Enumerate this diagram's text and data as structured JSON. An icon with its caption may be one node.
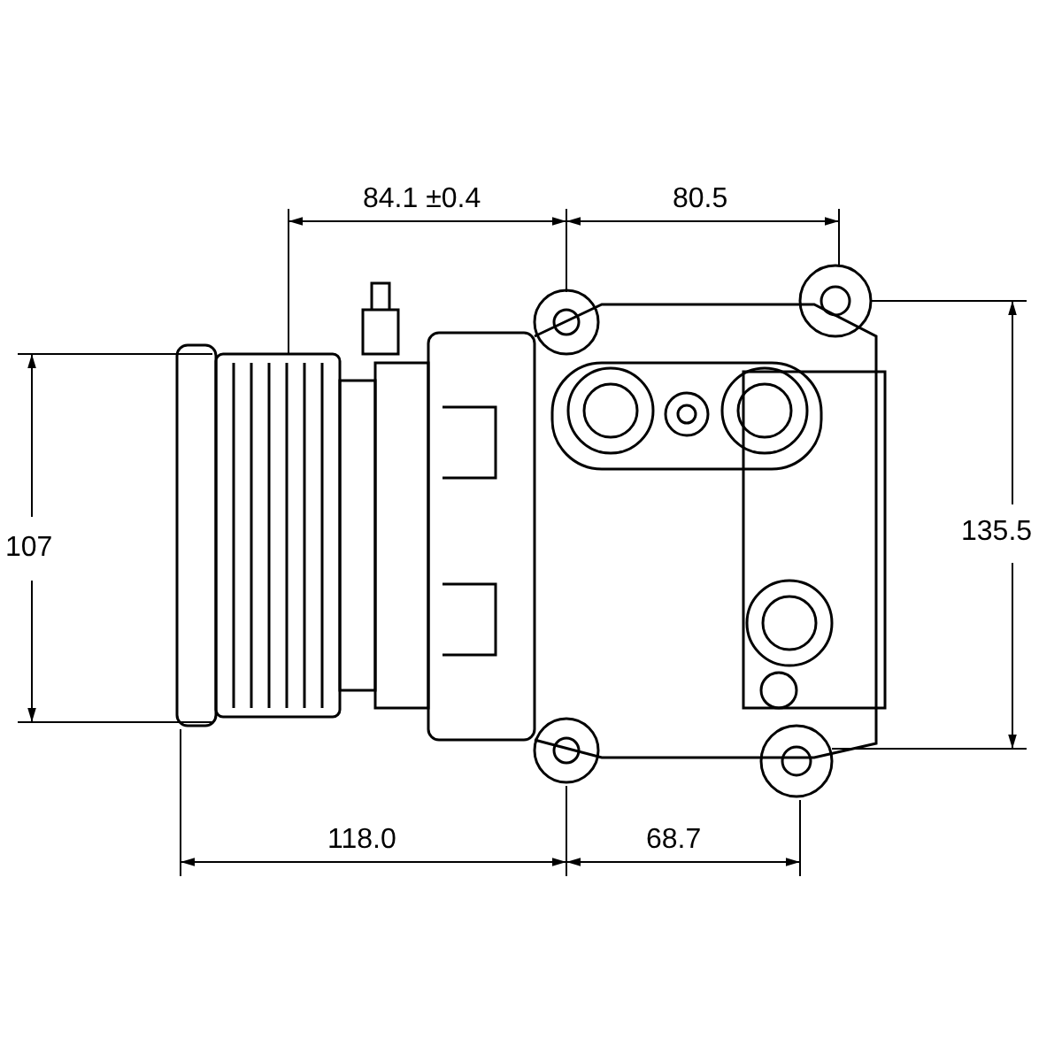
{
  "diagram": {
    "labels": [
      "84.1 ±0.4",
      "80.5",
      "107",
      "135.5",
      "118.0",
      "68.7"
    ]
  }
}
